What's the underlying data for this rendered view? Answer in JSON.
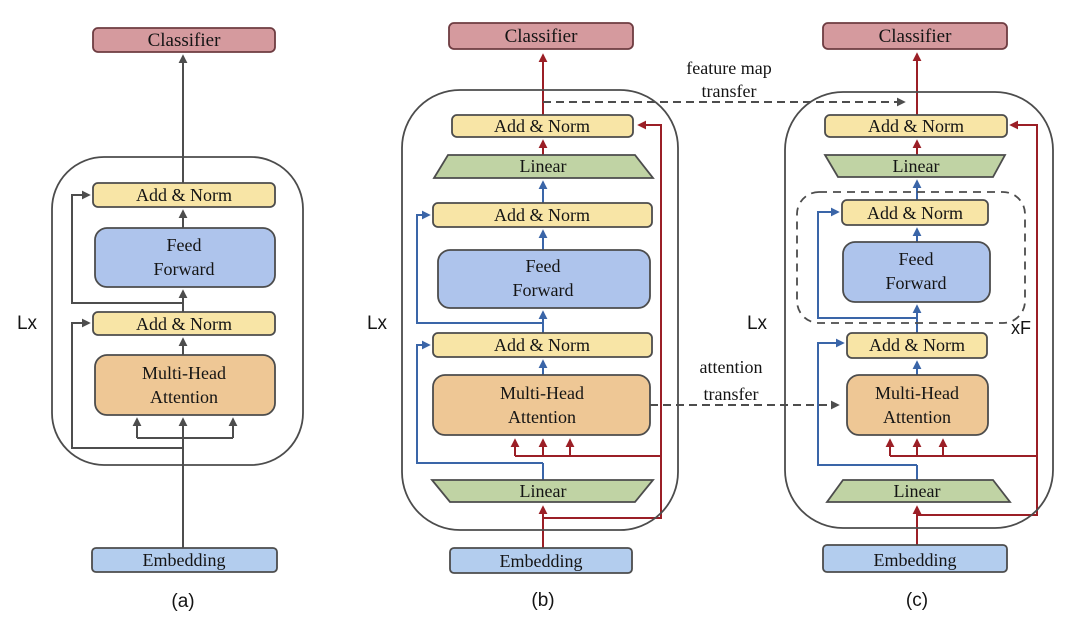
{
  "diagram": {
    "blocks": {
      "classifier": "Classifier",
      "add_norm": "Add & Norm",
      "feed_forward": {
        "line1": "Feed",
        "line2": "Forward"
      },
      "multi_head_attention": {
        "line1": "Multi-Head",
        "line2": "Attention"
      },
      "linear": "Linear",
      "embedding": "Embedding"
    },
    "annotations": {
      "loop_label": "Lx",
      "ff_repeat_label": "xF",
      "feature_map_transfer": {
        "line1": "feature map",
        "line2": "transfer"
      },
      "attention_transfer": {
        "line1": "attention",
        "line2": "transfer"
      }
    },
    "panel_labels": {
      "a": "(a)",
      "b": "(b)",
      "c": "(c)"
    },
    "colors": {
      "classifier_fill": "#d59a9e",
      "add_norm_fill": "#f8e5a6",
      "feed_forward_fill": "#aec4ec",
      "attention_fill": "#eec795",
      "linear_fill": "#c0d3a4",
      "embedding_fill": "#b3cdee",
      "arrow_gray": "#4d4d4d",
      "arrow_red": "#9b1f26",
      "arrow_blue": "#3a65a8"
    }
  }
}
